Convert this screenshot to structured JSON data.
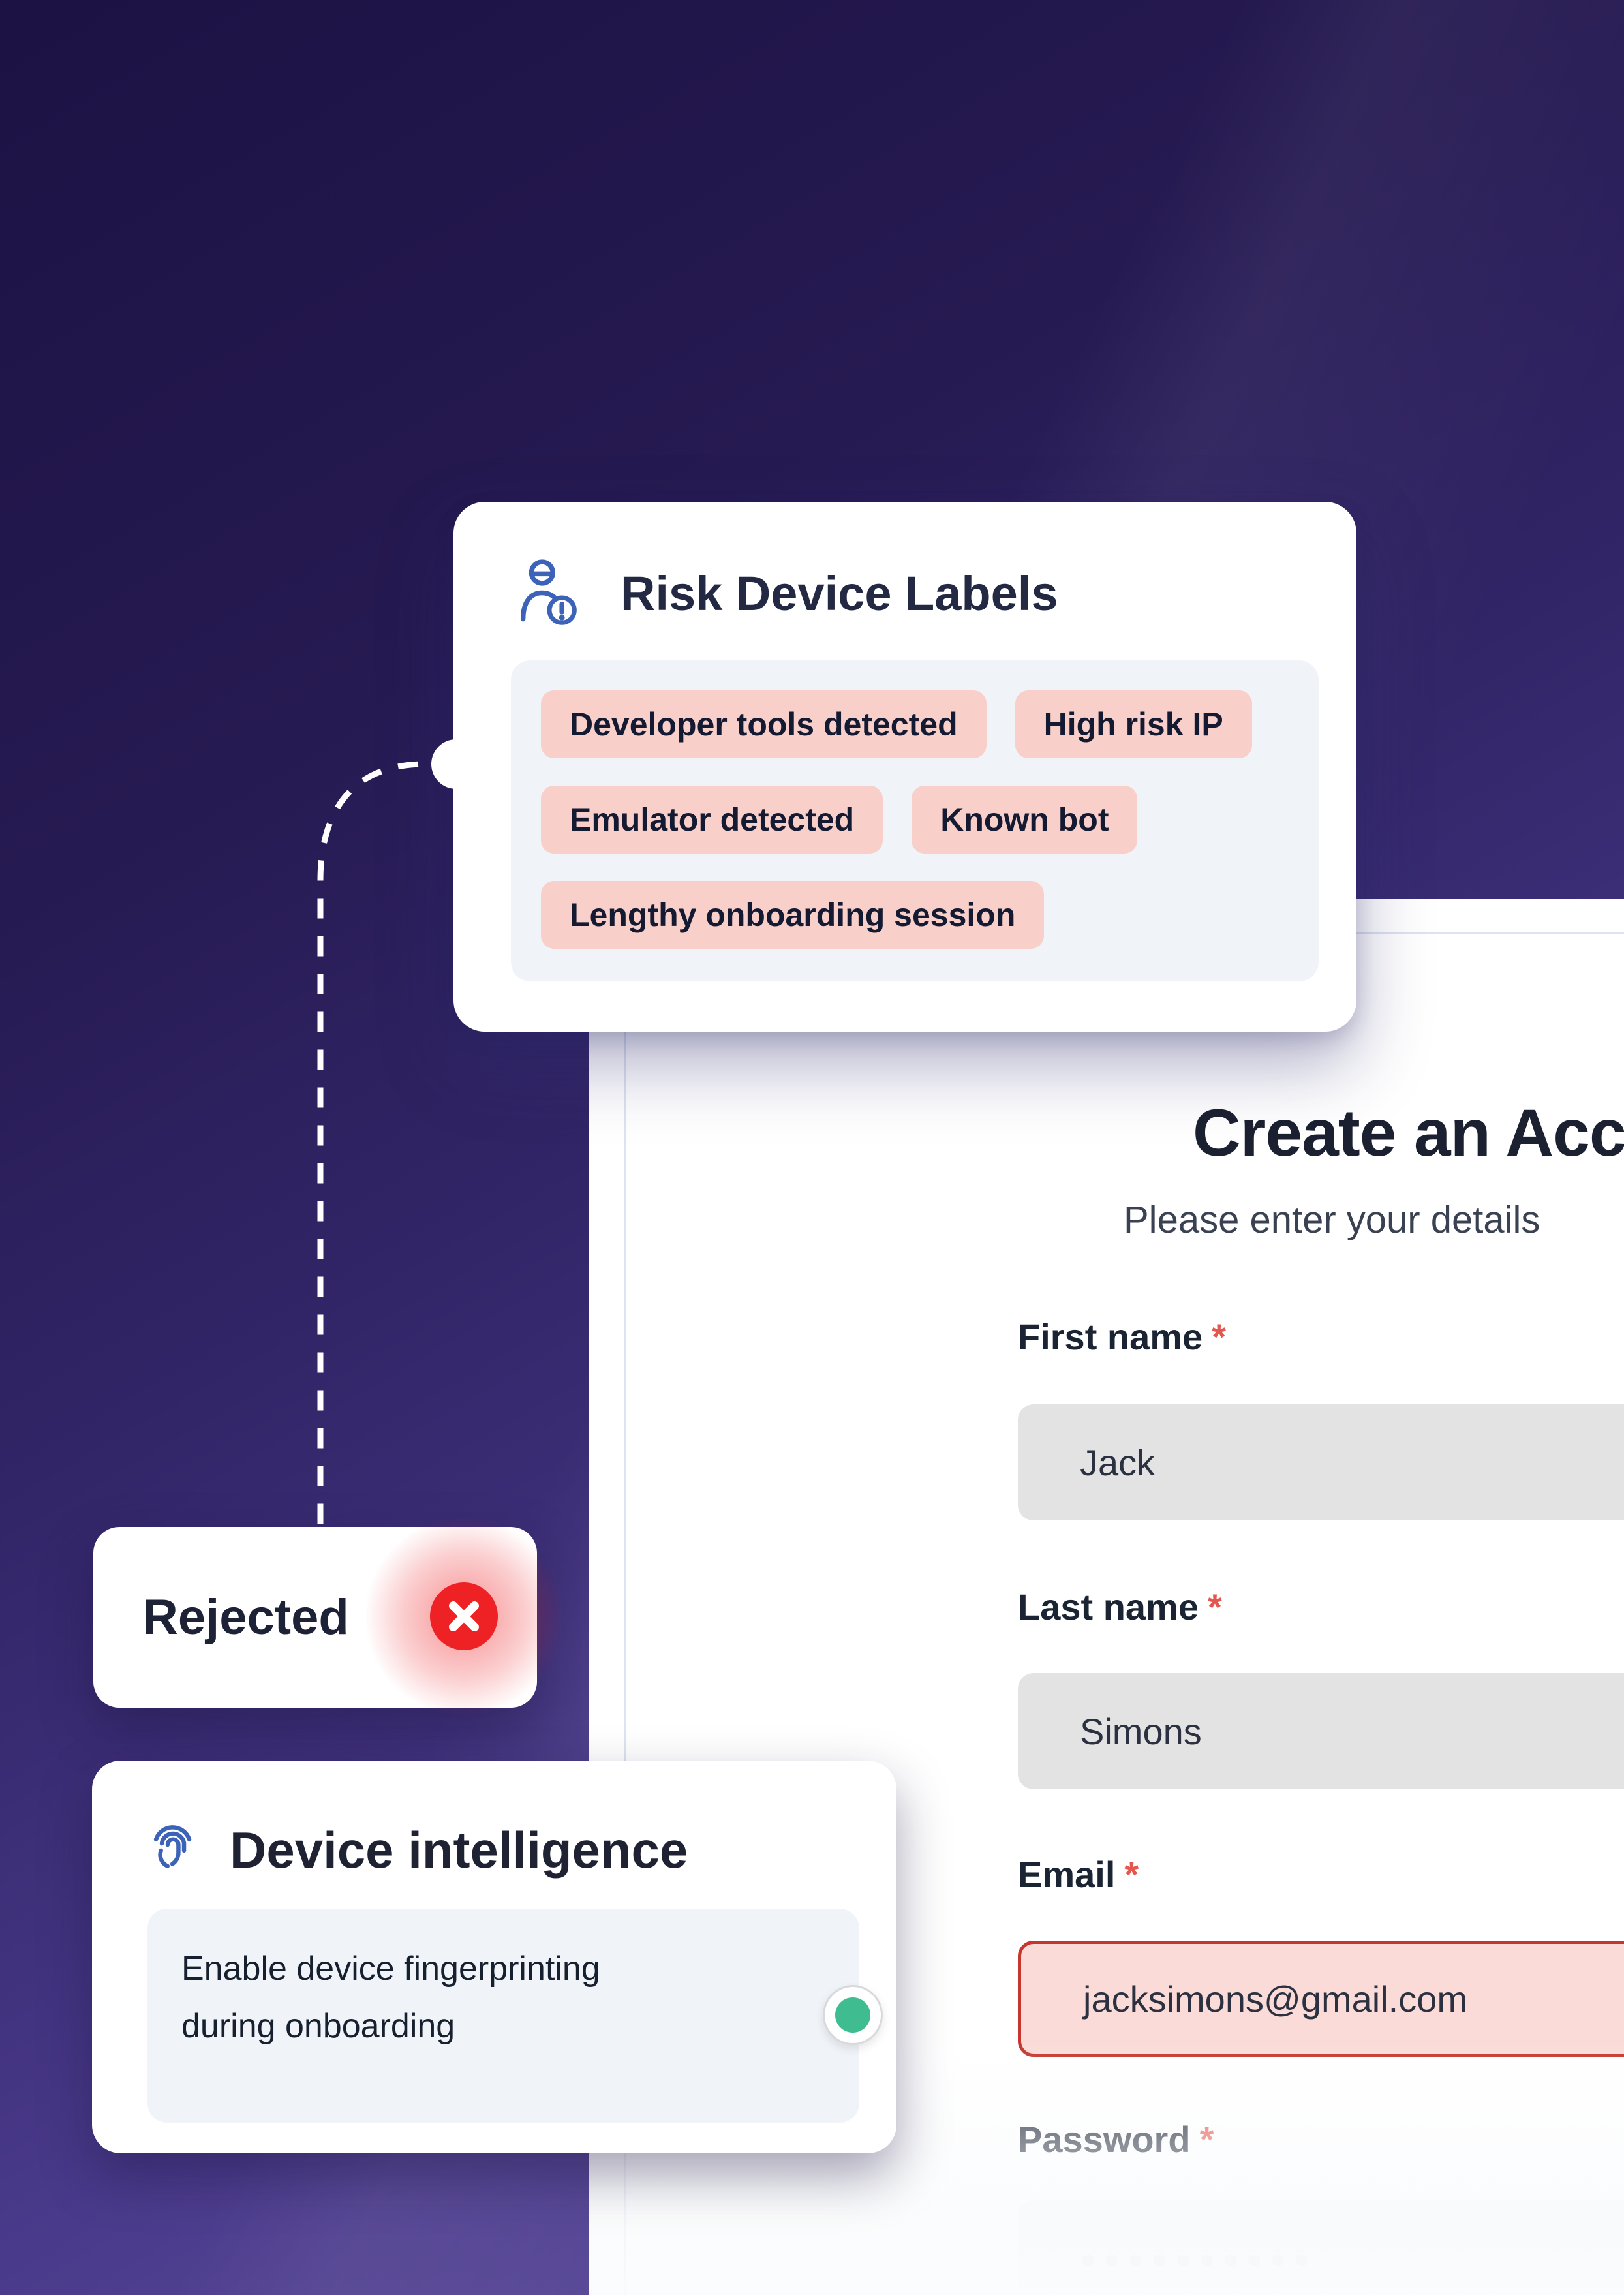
{
  "theme": {
    "bg_gradient_start": "#1c1243",
    "bg_gradient_end": "#6c5ba7",
    "accent_blue": "#3c63b8",
    "tag_bg": "#f9cfca",
    "tag_text": "#141a32",
    "error_border": "#c6362e",
    "error_fill": "#fadbd7",
    "danger_red": "#ee2125",
    "success_green": "#3fbd90",
    "panel_bg": "#f0f4f8",
    "divider": "#dde3f0",
    "heading_text": "#1b2130"
  },
  "risk_card": {
    "icon": "user-alert-icon",
    "title": "Risk Device Labels",
    "tags": [
      "Developer tools detected",
      "High risk IP",
      "Emulator detected",
      "Known bot",
      "Lengthy onboarding session"
    ]
  },
  "status_card": {
    "icon": "x-circle-icon",
    "label": "Rejected"
  },
  "device_card": {
    "icon": "fingerprint-icon",
    "title": "Device intelligence",
    "setting": {
      "label": "Enable device fingerprinting during onboarding",
      "toggle_state": "on"
    }
  },
  "signup_form": {
    "title": "Create an Account",
    "subtitle": "Please enter your details",
    "required_marker": "*",
    "fields": [
      {
        "label": "First name",
        "value": "Jack",
        "state": "filled"
      },
      {
        "label": "Last name",
        "value": "Simons",
        "state": "filled"
      },
      {
        "label": "Email",
        "value": "jacksimons@gmail.com",
        "state": "error"
      },
      {
        "label": "Password",
        "value": "●●●●●●●●●●",
        "state": "masked"
      }
    ]
  }
}
